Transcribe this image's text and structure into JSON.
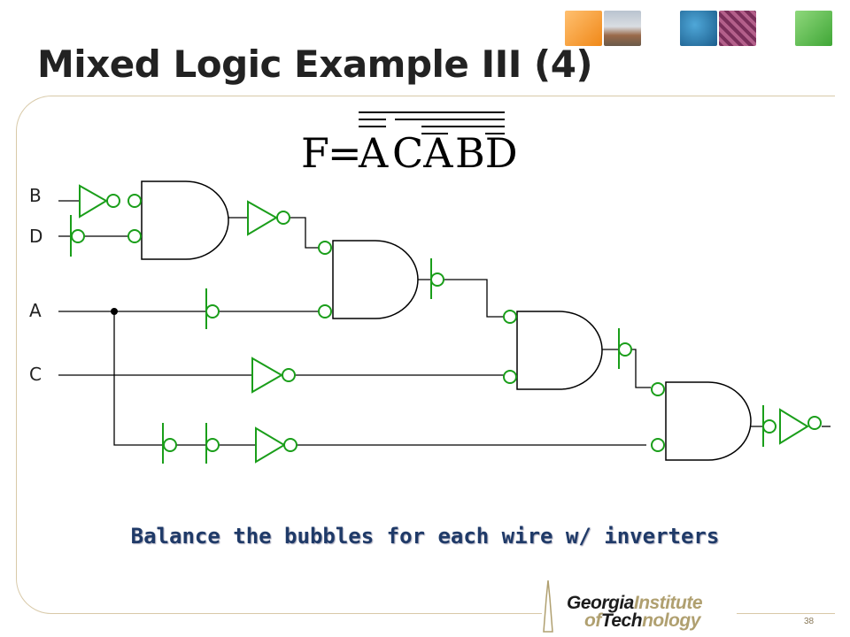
{
  "slide": {
    "title": "Mixed Logic Example III (4)",
    "caption": "Balance the bubbles for each wire w/ inverters",
    "number": "38"
  },
  "equation": {
    "lhs": "F",
    "operator": "=",
    "term1": "A",
    "term2": "CA",
    "term3": "BD"
  },
  "inputs": {
    "b": "B",
    "d": "D",
    "a": "A",
    "c": "C"
  },
  "logo": {
    "line1_bold": "Georgia",
    "line1_rest": "Institute",
    "line2_rest": "of",
    "line2_bold": "Tech",
    "line2_end": "nology"
  },
  "colors": {
    "wire": "#000000",
    "inverter": "#1a9e1a",
    "caption": "#1f3a68"
  }
}
